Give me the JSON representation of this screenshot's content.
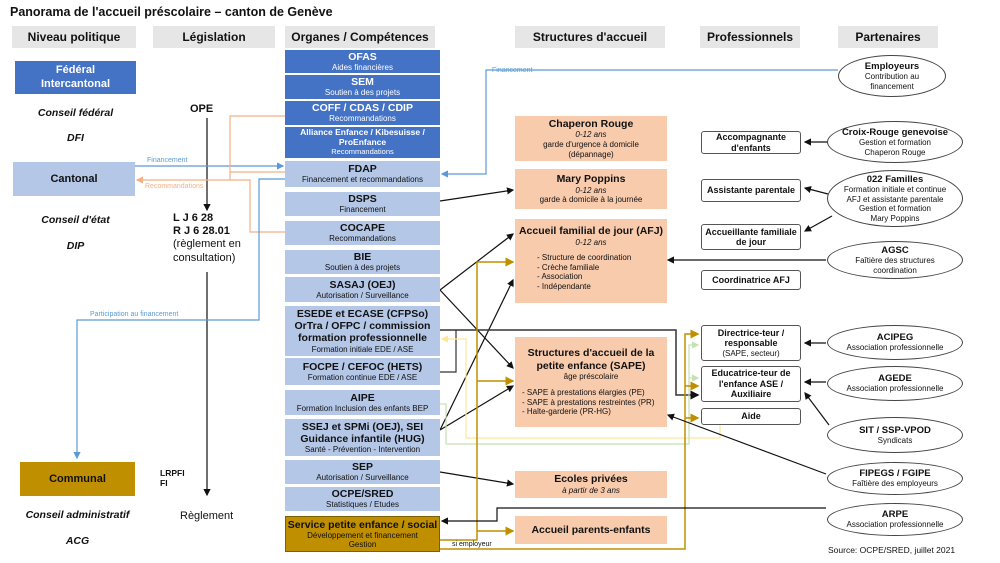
{
  "title": "Panorama de l'accueil préscolaire – canton de Genève",
  "columns": {
    "niveau": "Niveau politique",
    "legislation": "Législation",
    "organes": "Organes / Compétences",
    "structures": "Structures d'accueil",
    "professionnels": "Professionnels",
    "partenaires": "Partenaires"
  },
  "levels": {
    "federal": "Fédéral Intercantonal",
    "federal_bodies": [
      "Conseil fédéral",
      "DFI"
    ],
    "cantonal": "Cantonal",
    "cantonal_bodies": [
      "Conseil d'état",
      "DIP"
    ],
    "communal": "Communal",
    "communal_bodies": [
      "Conseil administratif",
      "ACG"
    ]
  },
  "legislation": {
    "federal": "OPE",
    "cantonal": [
      "L J 6 28",
      "R J 6 28.01",
      "(règlement en",
      "consultation)"
    ],
    "communal": [
      "LRPFI",
      "FI"
    ],
    "communal_rule": "Règlement"
  },
  "organs": [
    {
      "name": "OFAS",
      "desc": "Aides financières"
    },
    {
      "name": "SEM",
      "desc": "Soutien à des projets"
    },
    {
      "name": "COFF / CDAS / CDIP",
      "desc": "Recommandations"
    },
    {
      "name": "Alliance Enfance / Kibesuisse / ProEnfance",
      "desc": "Recommandations"
    },
    {
      "name": "FDAP",
      "desc": "Financement et recommandations"
    },
    {
      "name": "DSPS",
      "desc": "Financement"
    },
    {
      "name": "COCAPE",
      "desc": "Recommandations"
    },
    {
      "name": "BIE",
      "desc": "Soutien à des projets"
    },
    {
      "name": "SASAJ (OEJ)",
      "desc": "Autorisation / Surveillance"
    },
    {
      "name": "ESEDE et ECASE (CFPSo) OrTra / OFPC / commission formation professionnelle",
      "desc": "Formation initiale EDE / ASE"
    },
    {
      "name": "FOCPE / CEFOC (HETS)",
      "desc": "Formation continue EDE / ASE"
    },
    {
      "name": "AIPE",
      "desc": "Formation Inclusion des enfants BEP"
    },
    {
      "name": "SSEJ et SPMi (OEJ), SEI Guidance infantile (HUG)",
      "desc": "Santé - Prévention - Intervention"
    },
    {
      "name": "SEP",
      "desc": "Autorisation / Surveillance"
    },
    {
      "name": "OCPE/SRED",
      "desc": "Statistiques / Etudes"
    },
    {
      "name": "Service petite enfance / social",
      "desc": "Développement et financement",
      "desc2": "Gestion"
    }
  ],
  "structures": [
    {
      "name": "Chaperon Rouge",
      "age": "0-12 ans",
      "desc": [
        "garde d'urgence à domicile",
        "(dépannage)"
      ]
    },
    {
      "name": "Mary Poppins",
      "age": "0-12 ans",
      "desc": [
        "garde à domicile à la journée"
      ]
    },
    {
      "name": "Accueil familial de jour (AFJ)",
      "age": "0-12 ans",
      "items": [
        "- Structure de coordination",
        "- Crèche familiale",
        "- Association",
        "- Indépendante"
      ]
    },
    {
      "name": "Structures d'accueil de la petite enfance (SAPE)",
      "age": "âge préscolaire",
      "items": [
        "- SAPE à prestations élargies (PE)",
        "- SAPE à prestations restreintes (PR)",
        "- Halte-garderie (PR-HG)"
      ]
    },
    {
      "name": "Ecoles privées",
      "age": "à partir de 3 ans"
    },
    {
      "name": "Accueil parents-enfants"
    }
  ],
  "professionals": [
    {
      "name": "Accompagnante d'enfants"
    },
    {
      "name": "Assistante parentale"
    },
    {
      "name": "Accueillante familiale de jour"
    },
    {
      "name": "Coordinatrice AFJ"
    },
    {
      "name": "Directrice-teur / responsable",
      "sub": "(SAPE, secteur)"
    },
    {
      "name": "Educatrice-teur de l'enfance ASE / Auxiliaire"
    },
    {
      "name": "Aide"
    }
  ],
  "partners": [
    {
      "name": "Employeurs",
      "desc": [
        "Contribution au",
        "financement"
      ]
    },
    {
      "name": "Croix-Rouge genevoise",
      "desc": [
        "Gestion et formation",
        "Chaperon Rouge"
      ]
    },
    {
      "name": "022 Familles",
      "desc": [
        "Formation initiale et continue",
        "AFJ et assistante parentale",
        "Gestion et formation",
        "Mary Poppins"
      ]
    },
    {
      "name": "AGSC",
      "desc": [
        "Faîtière des structures",
        "coordination"
      ]
    },
    {
      "name": "ACIPEG",
      "desc": [
        "Association professionnelle"
      ]
    },
    {
      "name": "AGEDE",
      "desc": [
        "Association professionnelle"
      ]
    },
    {
      "name": "SIT / SSP-VPOD",
      "desc": [
        "Syndicats"
      ]
    },
    {
      "name": "FIPEGS / FGIPE",
      "desc": [
        "Faîtière des employeurs"
      ]
    },
    {
      "name": "ARPE",
      "desc": [
        "Association professionnelle"
      ]
    }
  ],
  "link_labels": {
    "financement_top": "Financement",
    "financement": "Financement",
    "recommandations": "Recommandations",
    "participation": "Participation au financement",
    "si_employeur": "si employeur"
  },
  "source": "Source: OCPE/SRED, juillet 2021",
  "colors": {
    "dark_blue": "#4472c4",
    "light_blue": "#b4c7e7",
    "gold": "#bf8f00",
    "peach": "#f8cbad",
    "link_blue": "#5b9bd5",
    "link_orange": "#f4b183"
  }
}
